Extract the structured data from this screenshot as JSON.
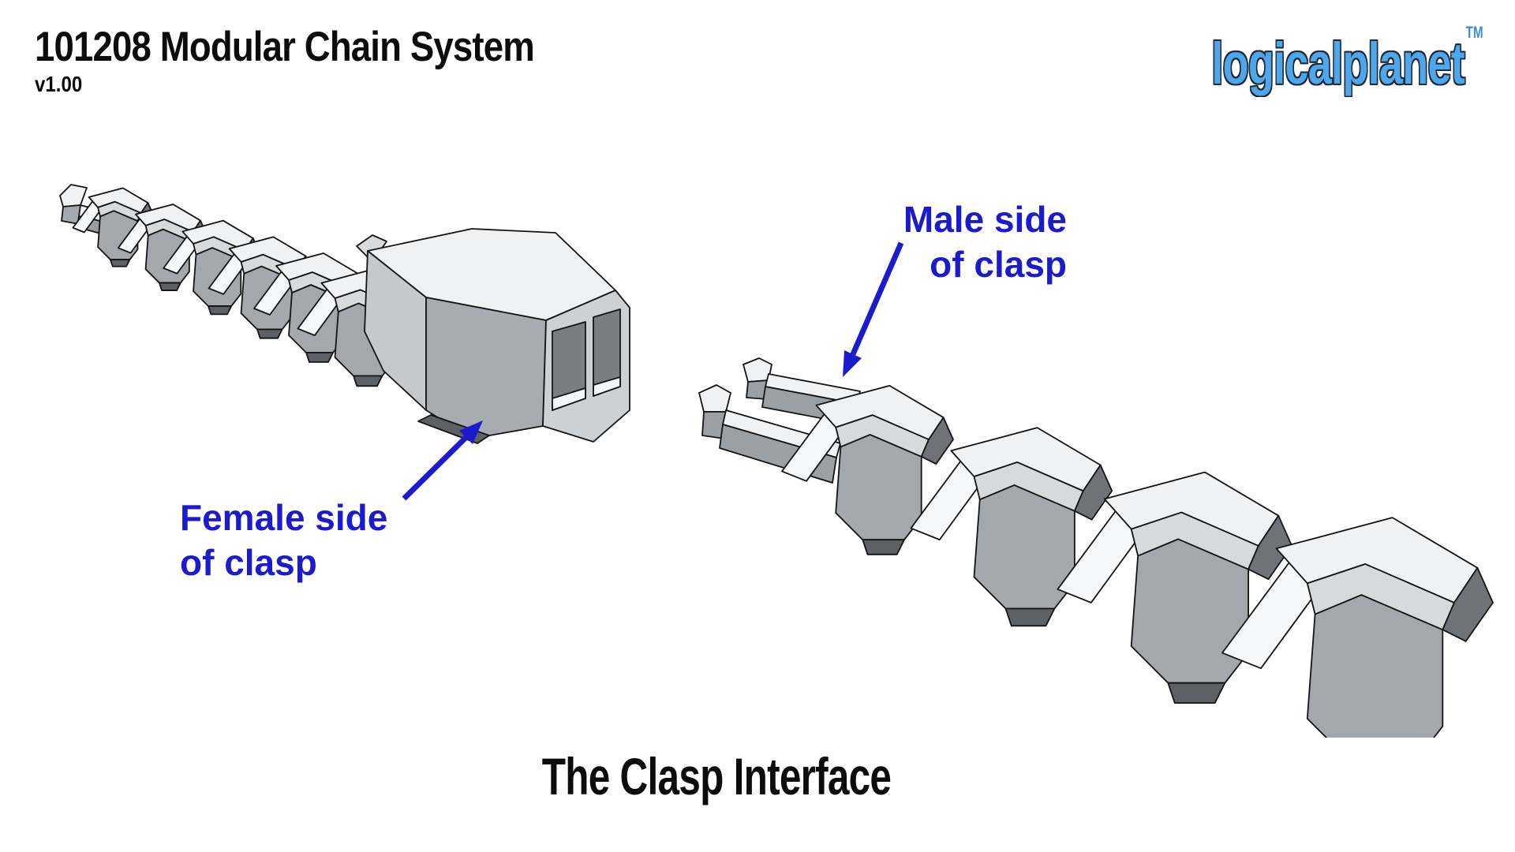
{
  "page": {
    "background_color": "#ffffff"
  },
  "header": {
    "title": "101208 Modular Chain System",
    "version": "v1.00",
    "logo": {
      "text": "logicalplanet",
      "trademark": "TM",
      "fill_color": "#4FA7EB",
      "outline_color": "#202A36"
    }
  },
  "annotations": {
    "accent_color": "#1B1ACD",
    "male": {
      "line1": "Male side",
      "line2": "of clasp"
    },
    "female": {
      "line1": "Female side",
      "line2": "of clasp"
    }
  },
  "caption": "The Clasp Interface",
  "diagram": {
    "left_render": "female-clasp-chain-3d-render",
    "right_render": "male-clasp-chain-3d-render",
    "render_colors": {
      "top_face": "#f1f2f4",
      "light_face": "#d7d9db",
      "mid_face": "#a4a8ac",
      "dark_face": "#6f7377",
      "deep_shadow": "#5d6165",
      "outline": "#141414"
    }
  }
}
